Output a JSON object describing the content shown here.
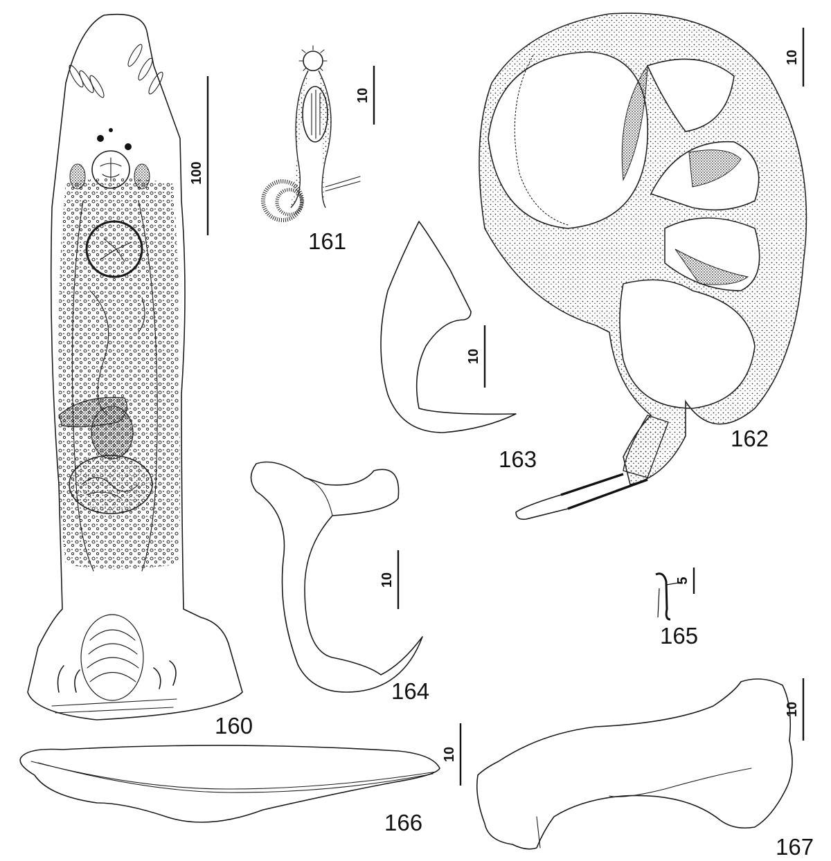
{
  "figures": [
    {
      "id": "160",
      "label": "160",
      "scale_bar": "100"
    },
    {
      "id": "161",
      "label": "161",
      "scale_bar": "10"
    },
    {
      "id": "162",
      "label": "162",
      "scale_bar": "10"
    },
    {
      "id": "163",
      "label": "163",
      "scale_bar": "10"
    },
    {
      "id": "164",
      "label": "164",
      "scale_bar": "10"
    },
    {
      "id": "165",
      "label": "165",
      "scale_bar": "5"
    },
    {
      "id": "166",
      "label": "166",
      "scale_bar": "10"
    },
    {
      "id": "167",
      "label": "167",
      "scale_bar": "10"
    }
  ],
  "colors": {
    "ink": "#1a1a1a",
    "background": "#ffffff",
    "stipple": "#333333"
  }
}
